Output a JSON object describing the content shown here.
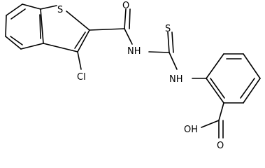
{
  "molecule": {
    "bond_color": "#000000",
    "background": "#ffffff",
    "atoms": {
      "s_ring": "S",
      "o_carbonyl": "O",
      "nh_amide": "NH",
      "s_thio": "S",
      "nh_aryl": "NH",
      "cl": "Cl",
      "oh_acid": "OH",
      "o_acid": "O"
    }
  }
}
